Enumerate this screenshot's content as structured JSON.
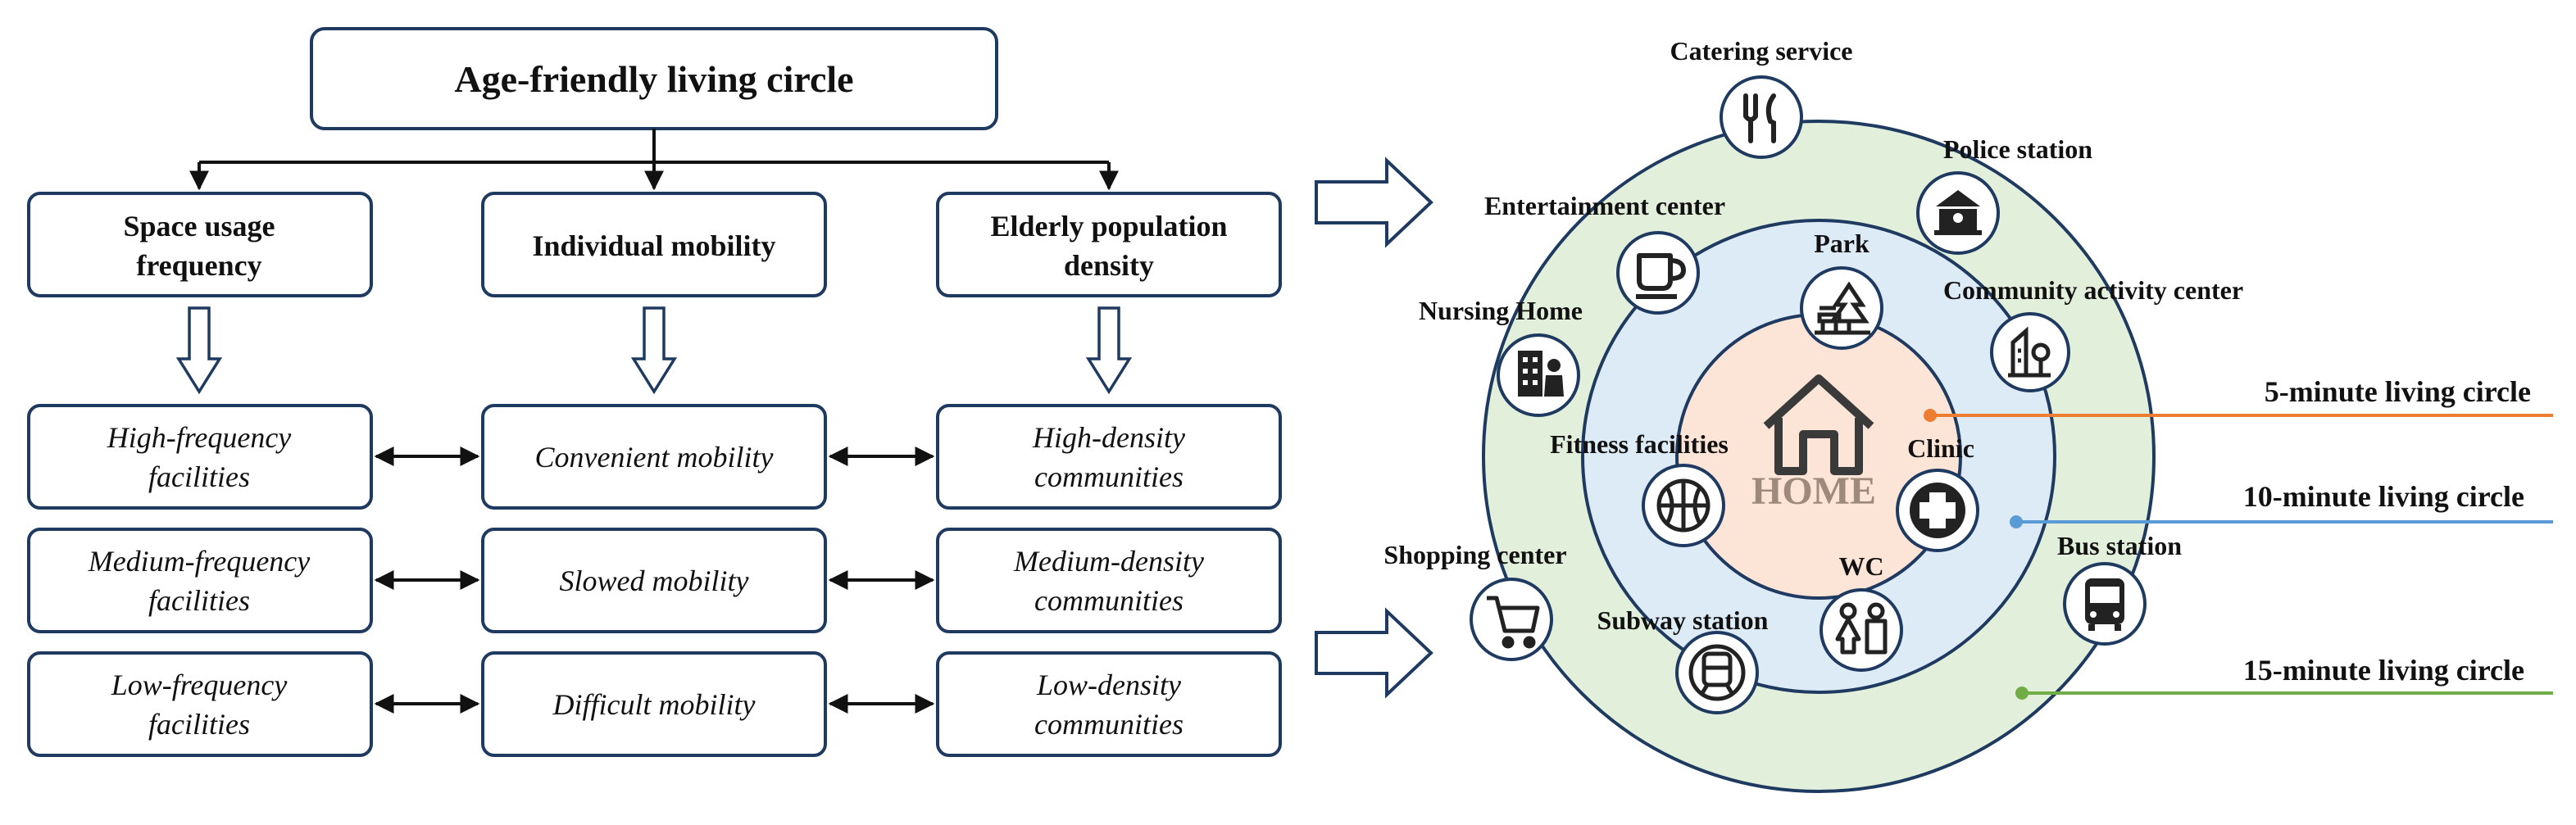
{
  "flowchart": {
    "title": "Age-friendly living circle",
    "columns": [
      {
        "header": [
          "Space usage",
          "frequency"
        ],
        "levels": [
          [
            "High-frequency",
            "facilities"
          ],
          [
            "Medium-frequency",
            "facilities"
          ],
          [
            "Low-frequency",
            "facilities"
          ]
        ]
      },
      {
        "header": [
          "Individual mobility"
        ],
        "levels": [
          [
            "Convenient mobility"
          ],
          [
            "Slowed mobility"
          ],
          [
            "Difficult mobility"
          ]
        ]
      },
      {
        "header": [
          "Elderly population",
          "density"
        ],
        "levels": [
          [
            "High-density",
            "communities"
          ],
          [
            "Medium-density",
            "communities"
          ],
          [
            "Low-density",
            "communities"
          ]
        ]
      }
    ]
  },
  "circle_diagram": {
    "center_label": "HOME",
    "rings": [
      {
        "label": "5-minute living circle",
        "color": "#ED7D31"
      },
      {
        "label": "10-minute living circle",
        "color": "#5B9BD5"
      },
      {
        "label": "15-minute living circle",
        "color": "#70AD47"
      }
    ],
    "facilities": [
      {
        "label": "Catering service",
        "icon": "fork-knife-icon"
      },
      {
        "label": "Police station",
        "icon": "police-station-icon"
      },
      {
        "label": "Entertainment center",
        "icon": "coffee-cup-icon"
      },
      {
        "label": "Park",
        "icon": "park-icon"
      },
      {
        "label": "Community activity center",
        "icon": "community-center-icon"
      },
      {
        "label": "Nursing Home",
        "icon": "nursing-home-icon"
      },
      {
        "label": "Fitness facilities",
        "icon": "basketball-icon"
      },
      {
        "label": "Clinic",
        "icon": "medical-cross-icon"
      },
      {
        "label": "Shopping center",
        "icon": "shopping-cart-icon"
      },
      {
        "label": "WC",
        "icon": "restroom-icon"
      },
      {
        "label": "Bus station",
        "icon": "bus-icon"
      },
      {
        "label": "Subway station",
        "icon": "subway-train-icon"
      }
    ]
  },
  "colors": {
    "box_stroke": "#1F3A60",
    "outer_ring_fill": "#E2EFDA",
    "middle_ring_fill": "#DDEBF7",
    "inner_ring_fill": "#FCE4D6",
    "ring_stroke": "#1F3A60",
    "home_text": "#9E8A7A"
  }
}
